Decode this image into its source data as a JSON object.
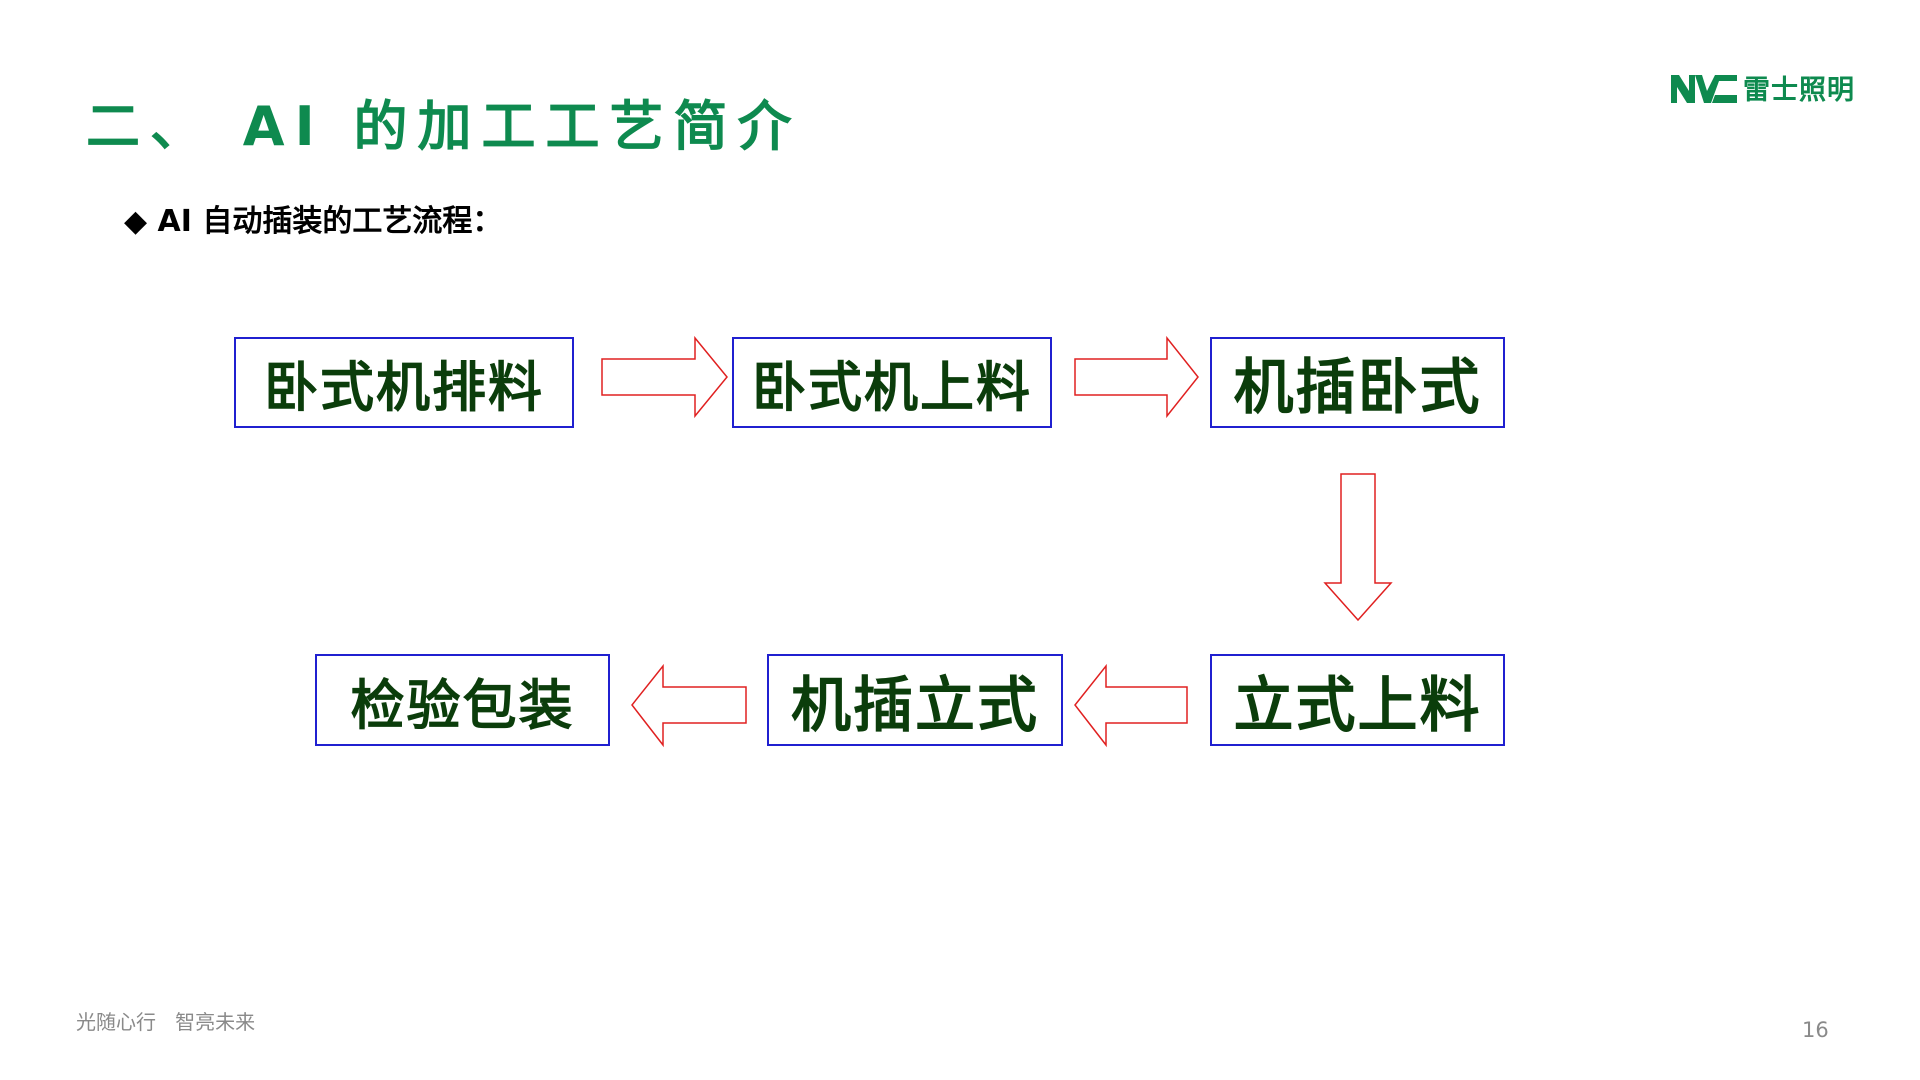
{
  "header": {
    "title": "二、 AI 的加工工艺简介",
    "logo_text": "雷士照明",
    "logo_mark": "NVC"
  },
  "subtitle": {
    "bullet": "◆",
    "text": "AI 自动插装的工艺流程："
  },
  "flow": {
    "steps": [
      "卧式机排料",
      "卧式机上料",
      "机插卧式",
      "立式上料",
      "机插立式",
      "检验包装"
    ]
  },
  "footer": {
    "slogan": "光随心行   智亮未来",
    "page_number": "16"
  },
  "colors": {
    "title": "#0e8a4f",
    "box_border": "#2020d0",
    "box_text": "#0b3d0b",
    "arrow": "#e02020"
  }
}
